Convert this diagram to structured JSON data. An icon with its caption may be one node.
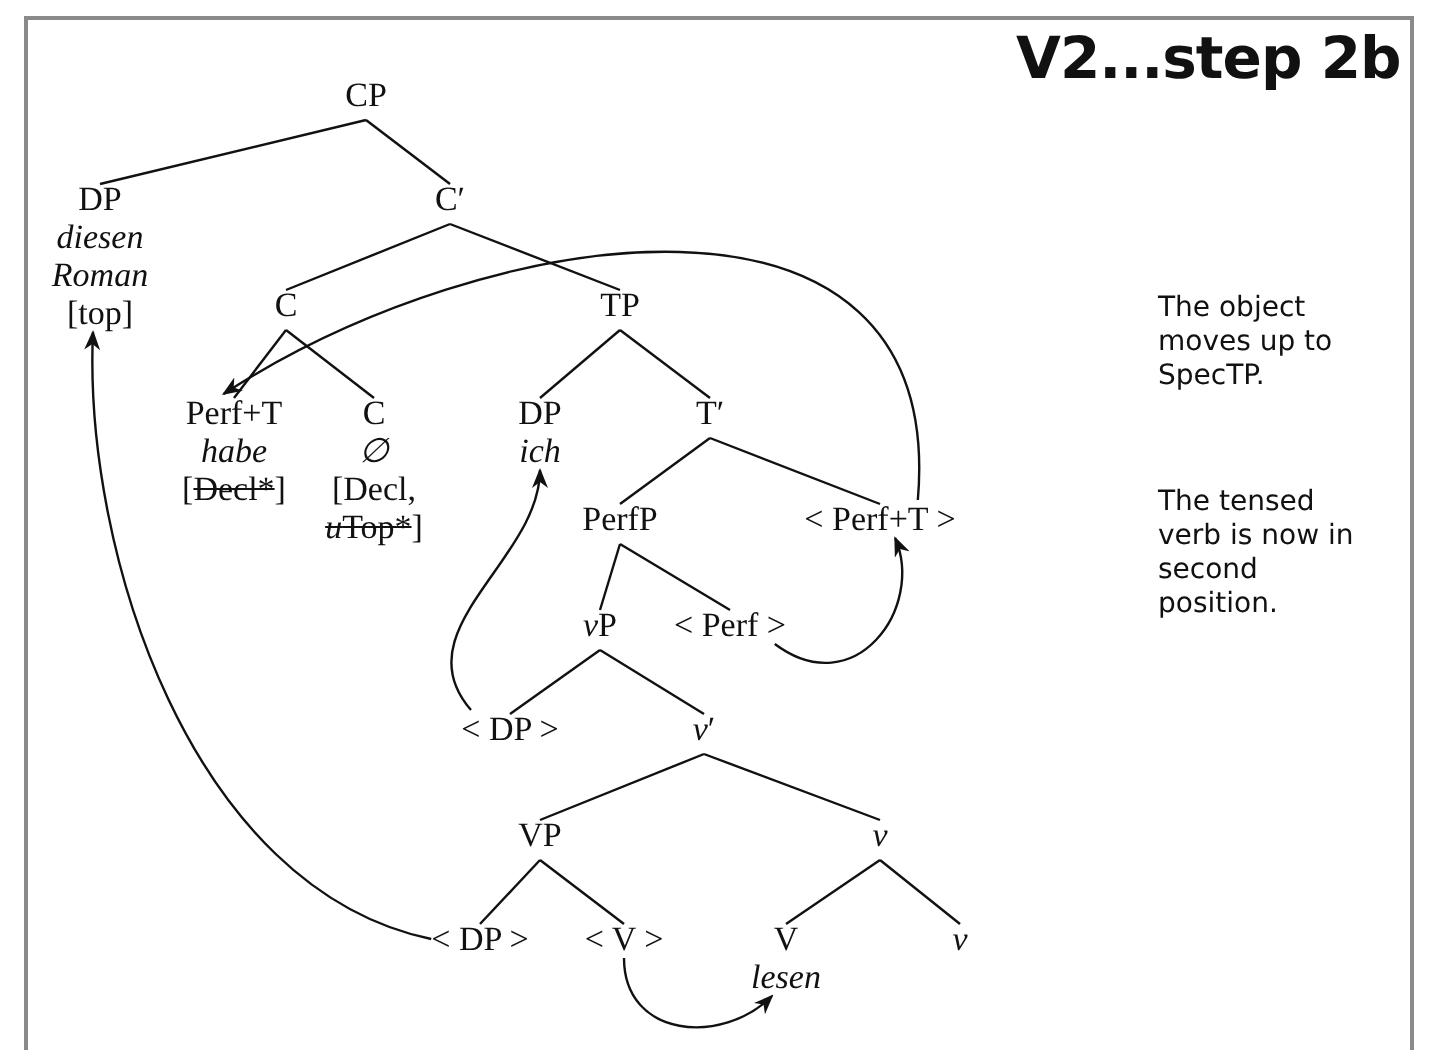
{
  "diagram": {
    "title": "V2...step 2b",
    "nodes": [
      {
        "text": [
          "CP"
        ]
      },
      {
        "text": [
          "DP",
          "diesen Roman",
          "[top]"
        ]
      },
      {
        "text": [
          "C′"
        ]
      },
      {
        "text": [
          "C"
        ]
      },
      {
        "text": [
          "TP"
        ]
      },
      {
        "text": [
          "Perf+T",
          "habe",
          "[Decl*]"
        ]
      },
      {
        "text": [
          "C",
          "∅",
          "[Decl, uTop*]"
        ]
      },
      {
        "text": [
          "DP",
          "ich"
        ]
      },
      {
        "text": [
          "T′"
        ]
      },
      {
        "text": [
          "PerfP"
        ]
      },
      {
        "text": [
          "< Perf+T >"
        ]
      },
      {
        "text": [
          "vP"
        ]
      },
      {
        "text": [
          "< Perf >"
        ]
      },
      {
        "text": [
          "< DP >"
        ]
      },
      {
        "text": [
          "v′"
        ]
      },
      {
        "text": [
          "VP"
        ]
      },
      {
        "text": [
          "v"
        ]
      },
      {
        "text": [
          "< DP >"
        ]
      },
      {
        "text": [
          "< V >"
        ]
      },
      {
        "text": [
          "V",
          "lesen"
        ]
      },
      {
        "text": [
          "v"
        ]
      }
    ],
    "edges": [
      {
        "from": 0,
        "to": 1,
        "arrow": "none"
      },
      {
        "from": 0,
        "to": 2,
        "arrow": "none"
      },
      {
        "from": 2,
        "to": 3,
        "arrow": "none"
      },
      {
        "from": 2,
        "to": 4,
        "arrow": "none"
      },
      {
        "from": 3,
        "to": 5,
        "arrow": "none"
      },
      {
        "from": 3,
        "to": 6,
        "arrow": "none"
      },
      {
        "from": 4,
        "to": 7,
        "arrow": "none"
      },
      {
        "from": 4,
        "to": 8,
        "arrow": "none"
      },
      {
        "from": 8,
        "to": 9,
        "arrow": "none"
      },
      {
        "from": 8,
        "to": 10,
        "arrow": "none"
      },
      {
        "from": 9,
        "to": 11,
        "arrow": "none"
      },
      {
        "from": 9,
        "to": 12,
        "arrow": "none"
      },
      {
        "from": 11,
        "to": 13,
        "arrow": "none"
      },
      {
        "from": 11,
        "to": 14,
        "arrow": "none"
      },
      {
        "from": 14,
        "to": 15,
        "arrow": "none"
      },
      {
        "from": 14,
        "to": 16,
        "arrow": "none"
      },
      {
        "from": 15,
        "to": 17,
        "arrow": "none"
      },
      {
        "from": 15,
        "to": 18,
        "arrow": "none"
      },
      {
        "from": 16,
        "to": 19,
        "arrow": "none"
      },
      {
        "from": 16,
        "to": 20,
        "arrow": "none"
      },
      {
        "from": 10,
        "to": 5,
        "arrow": "to"
      },
      {
        "from": 12,
        "to": 10,
        "arrow": "to"
      },
      {
        "from": 13,
        "to": 7,
        "arrow": "to"
      },
      {
        "from": 17,
        "to": 1,
        "arrow": "to"
      },
      {
        "from": 18,
        "to": 19,
        "arrow": "to"
      }
    ],
    "labels": [
      "The object moves up to SpecTP.",
      "The tensed verb is now in second position."
    ]
  }
}
